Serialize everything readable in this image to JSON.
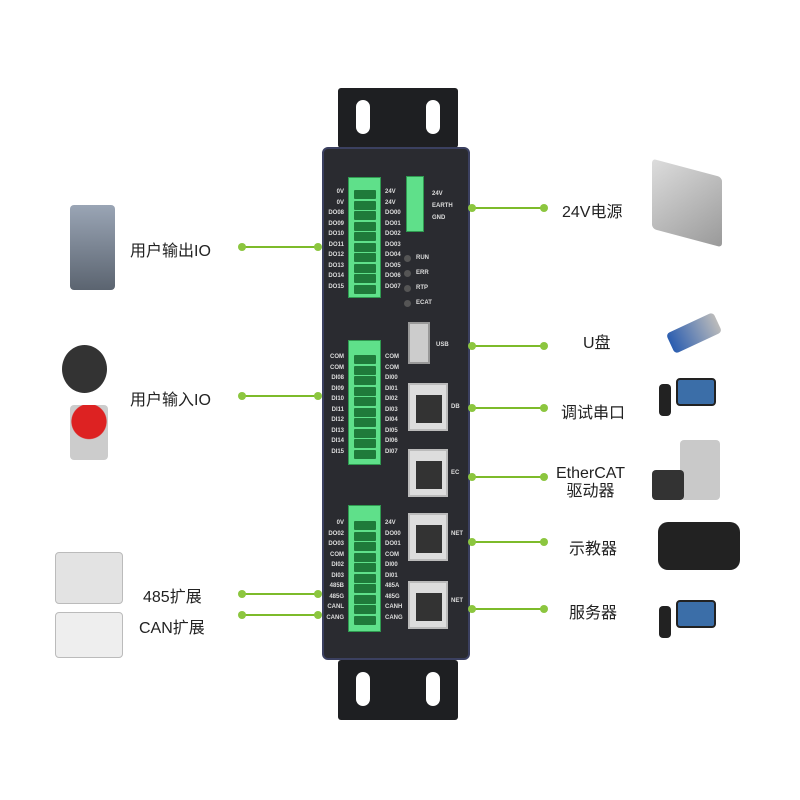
{
  "left_labels": {
    "output_io": "用户输出IO",
    "input_io": "用户输入IO",
    "rs485": "485扩展",
    "can": "CAN扩展"
  },
  "right_labels": {
    "power": "24V电源",
    "usb": "U盘",
    "debug": "调试串口",
    "ethercat_line1": "EtherCAT",
    "ethercat_line2": "驱动器",
    "pendant": "示教器",
    "server": "服务器"
  },
  "block1": {
    "left": [
      "0V",
      "0V",
      "DO08",
      "DO09",
      "DO10",
      "DO11",
      "DO12",
      "DO13",
      "DO14",
      "DO15"
    ],
    "right": [
      "24V",
      "24V",
      "DO00",
      "DO01",
      "DO02",
      "DO03",
      "DO04",
      "DO05",
      "DO06",
      "DO07"
    ]
  },
  "block2": {
    "left": [
      "COM",
      "COM",
      "DI08",
      "DI09",
      "DI10",
      "DI11",
      "DI12",
      "DI13",
      "DI14",
      "DI15"
    ],
    "right": [
      "COM",
      "COM",
      "DI00",
      "DI01",
      "DI02",
      "DI03",
      "DI04",
      "DI05",
      "DI06",
      "DI07"
    ]
  },
  "block3": {
    "left": [
      "0V",
      "DO02",
      "DO03",
      "COM",
      "DI02",
      "DI03",
      "485B",
      "485G",
      "CANL",
      "CANG"
    ],
    "right": [
      "24V",
      "DO00",
      "DO01",
      "COM",
      "DI00",
      "DI01",
      "485A",
      "485G",
      "CANH",
      "CANG"
    ]
  },
  "power_terminal": [
    "24V",
    "EARTH",
    "GND"
  ],
  "leds": [
    "RUN",
    "ERR",
    "RTP",
    "ECAT"
  ],
  "usb_label": "USB",
  "ports": [
    "DB",
    "EC",
    "NET",
    "NET"
  ],
  "colors": {
    "accent": "#8cc63f",
    "terminal": "#5fe08a",
    "body": "#2a2b30"
  }
}
